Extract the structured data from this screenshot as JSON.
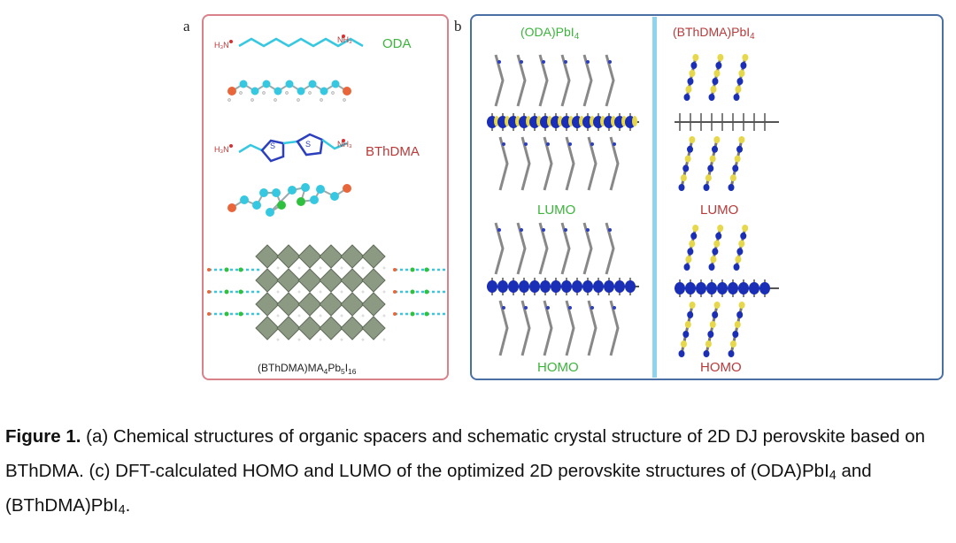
{
  "figure": {
    "panel_a": {
      "letter": "a",
      "spacer1": "ODA",
      "spacer2": "BThDMA",
      "compound": {
        "base": "(BThDMA)MA",
        "s1": "4",
        "mid": "Pb",
        "s2": "5",
        "end": "I",
        "s3": "16"
      },
      "atom_nh3_left": "H₃N",
      "atom_nh3_right": "NH₃",
      "atom_s": "S"
    },
    "panel_b": {
      "letter": "b",
      "left_title": {
        "base": "(ODA)PbI",
        "sub": "4"
      },
      "right_title": {
        "base": "(BThDMA)PbI",
        "sub": "4"
      },
      "left_lumo": "LUMO",
      "left_homo": "HOMO",
      "right_lumo": "LUMO",
      "right_homo": "HOMO"
    },
    "colors": {
      "panel_a_border": "#d9828a",
      "panel_b_border": "#4a6fa5",
      "divider": "#8fd3ee",
      "oda_green": "#3cb43c",
      "bthdma_red": "#b83a3a",
      "chain_cyan": "#35c8e0",
      "orbital_blue": "#1a2fb5",
      "orbital_yellow": "#e6d84a"
    }
  },
  "caption": {
    "label": "Figure 1.",
    "text1": " (a) Chemical structures of organic spacers and schematic crystal structure of 2D DJ perovskite based on BThDMA. (c) DFT-calculated HOMO and LUMO of the optimized 2D perovskite structures of (ODA)PbI",
    "sub1": "4",
    "text2": " and (BThDMA)PbI",
    "sub2": "4",
    "text3": "."
  }
}
